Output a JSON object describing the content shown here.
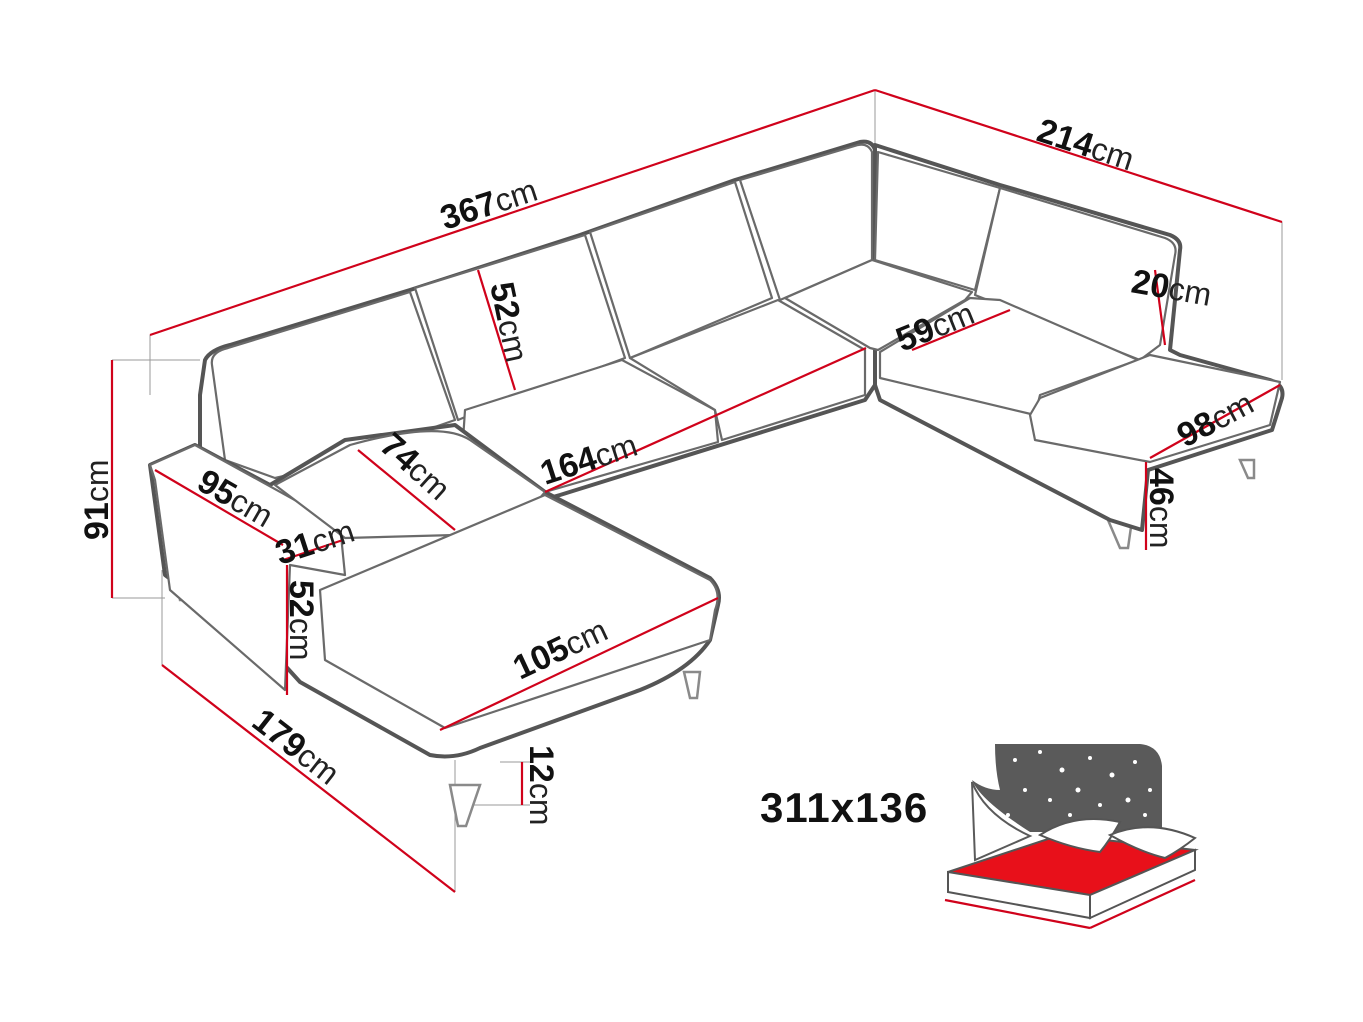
{
  "dimensions": {
    "total_length": {
      "value": "367",
      "unit": "cm"
    },
    "right_depth": {
      "value": "214",
      "unit": "cm"
    },
    "total_height": {
      "value": "91",
      "unit": "cm"
    },
    "back_cushion_height": {
      "value": "52",
      "unit": "cm"
    },
    "right_armrest_width": {
      "value": "20",
      "unit": "cm"
    },
    "corner_seat_depth": {
      "value": "59",
      "unit": "cm"
    },
    "right_seat_depth": {
      "value": "98",
      "unit": "cm"
    },
    "right_seat_height": {
      "value": "46",
      "unit": "cm"
    },
    "chaise_seat_depth": {
      "value": "74",
      "unit": "cm"
    },
    "middle_seat_width": {
      "value": "164",
      "unit": "cm"
    },
    "left_armrest_length": {
      "value": "95",
      "unit": "cm"
    },
    "left_armrest_width": {
      "value": "31",
      "unit": "cm"
    },
    "armrest_height": {
      "value": "52",
      "unit": "cm"
    },
    "chaise_width": {
      "value": "105",
      "unit": "cm"
    },
    "chaise_length": {
      "value": "179",
      "unit": "cm"
    },
    "leg_height": {
      "value": "12",
      "unit": "cm"
    }
  },
  "sleeping_area": {
    "label": "311x136",
    "colors": {
      "mattress": "#e8101a",
      "night_sky": "#5a5a5a",
      "stars": "#ffffff"
    }
  },
  "colors": {
    "dimension_line": "#d0021b",
    "outline": "#555555"
  }
}
